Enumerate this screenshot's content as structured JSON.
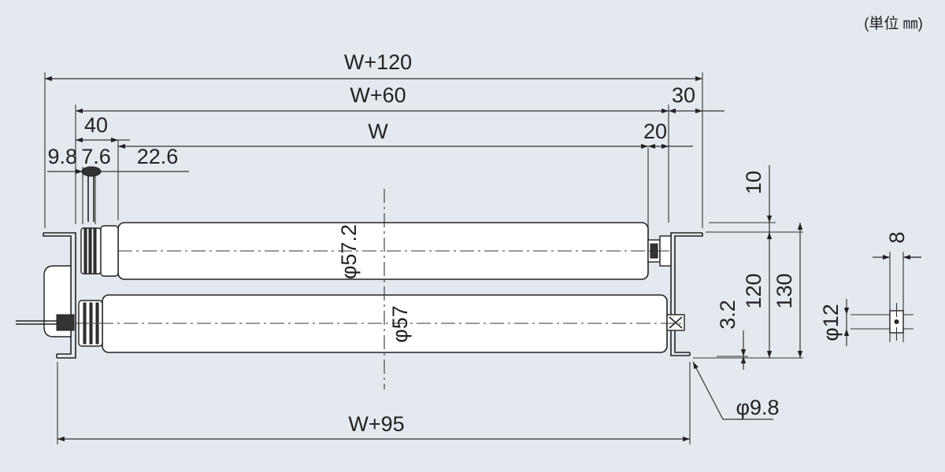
{
  "unit_note": "(単位 ㎜)",
  "dimensions": {
    "w_plus_120": "W+120",
    "w_plus_60": "W+60",
    "w": "W",
    "w_plus_95": "W+95",
    "d30": "30",
    "d40": "40",
    "d20": "20",
    "d9_8": "9.8",
    "d7_6": "7.6",
    "d22_6": "22.6",
    "d10": "10",
    "d120": "120",
    "d130": "130",
    "d3_2": "3.2",
    "d8": "8",
    "dia57_2": "φ57.2",
    "dia57": "φ57",
    "dia12": "φ12",
    "dia9_8": "φ9.8"
  },
  "colors": {
    "background": "#e3e9ef",
    "line": "#222222",
    "roller_fill": "#ffffff"
  }
}
